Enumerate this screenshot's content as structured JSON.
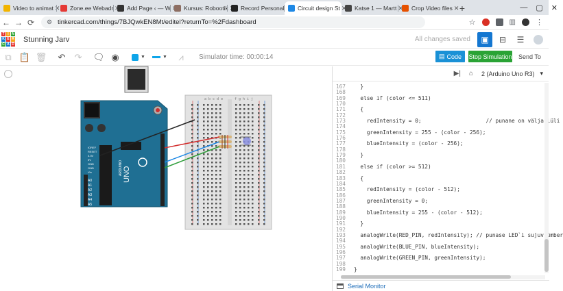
{
  "browser": {
    "tabs": [
      {
        "label": "Video to animat",
        "color": "#f2b400",
        "active": false
      },
      {
        "label": "Zone.ee Webadr",
        "color": "#e53935",
        "active": false
      },
      {
        "label": "Add Page ‹ — W",
        "color": "#333333",
        "active": false
      },
      {
        "label": "Kursus: Robootik",
        "color": "#8d6e63",
        "active": false
      },
      {
        "label": "Record Personal",
        "color": "#222222",
        "active": false
      },
      {
        "label": "Circuit design St",
        "color": "#1e88e5",
        "active": true
      },
      {
        "label": "Katse 1 — Martt",
        "color": "#444444",
        "active": false
      },
      {
        "label": "Crop Video files",
        "color": "#e65100",
        "active": false
      }
    ],
    "url": "tinkercad.com/things/7BJQwkEN8Mt/editel?returnTo=%2Fdashboard"
  },
  "app": {
    "logo": [
      "TIN",
      "KER",
      "CAD"
    ],
    "project_name": "Stunning Jarv",
    "save_status": "All changes saved",
    "simulator_time": "Simulator time: 00:00:14",
    "code_button": "Code",
    "sim_button": "Stop Simulation",
    "send_button": "Send To"
  },
  "code": {
    "device": "2 (Arduino Uno R3)",
    "lines": [
      {
        "n": "167",
        "t": "  }"
      },
      {
        "n": "168",
        "t": ""
      },
      {
        "n": "169",
        "t": "  else if (color <= 511)"
      },
      {
        "n": "170",
        "t": ""
      },
      {
        "n": "171",
        "t": "  {"
      },
      {
        "n": "172",
        "t": ""
      },
      {
        "n": "173",
        "t": "    redIntensity = 0;                    // punane on välja lüli"
      },
      {
        "n": "174",
        "t": ""
      },
      {
        "n": "175",
        "t": "    greenIntensity = 255 - (color - 256);"
      },
      {
        "n": "176",
        "t": ""
      },
      {
        "n": "177",
        "t": "    blueIntensity = (color - 256);"
      },
      {
        "n": "178",
        "t": ""
      },
      {
        "n": "179",
        "t": "  }"
      },
      {
        "n": "180",
        "t": ""
      },
      {
        "n": "181",
        "t": "  else if (color >= 512)"
      },
      {
        "n": "182",
        "t": ""
      },
      {
        "n": "183",
        "t": "  {"
      },
      {
        "n": "184",
        "t": ""
      },
      {
        "n": "185",
        "t": "    redIntensity = (color - 512);"
      },
      {
        "n": "186",
        "t": ""
      },
      {
        "n": "187",
        "t": "    greenIntensity = 0;"
      },
      {
        "n": "188",
        "t": ""
      },
      {
        "n": "189",
        "t": "    blueIntensity = 255 - (color - 512);"
      },
      {
        "n": "190",
        "t": ""
      },
      {
        "n": "191",
        "t": "  }"
      },
      {
        "n": "192",
        "t": ""
      },
      {
        "n": "193",
        "t": "  analogWrite(RED_PIN, redIntensity); // punase LED`i sujuv ümber"
      },
      {
        "n": "194",
        "t": ""
      },
      {
        "n": "195",
        "t": "  analogWrite(BLUE_PIN, blueIntensity);"
      },
      {
        "n": "196",
        "t": ""
      },
      {
        "n": "197",
        "t": "  analogWrite(GREEN_PIN, greenIntensity);"
      },
      {
        "n": "198",
        "t": ""
      },
      {
        "n": "199",
        "t": "}"
      }
    ],
    "serial_monitor": "Serial Monitor"
  },
  "board": {
    "name": "UNO",
    "brand": "ARDUINO",
    "analog_labels": [
      "A0",
      "A1",
      "A2",
      "A3",
      "A4",
      "A5"
    ],
    "power_labels": [
      "IOREF",
      "RESET",
      "3.3V",
      "5V",
      "GND",
      "GND",
      "Vin"
    ]
  },
  "breadboard": {
    "col_letters_left": "a b c d e",
    "col_letters_right": "f g h i j"
  },
  "colors": {
    "board": "#1f6f93",
    "wire_black": "#222222",
    "wire_red": "#d32f2f",
    "wire_blue": "#1e88e5",
    "wire_green": "#2e9d3a",
    "accent": "#1477d1"
  }
}
